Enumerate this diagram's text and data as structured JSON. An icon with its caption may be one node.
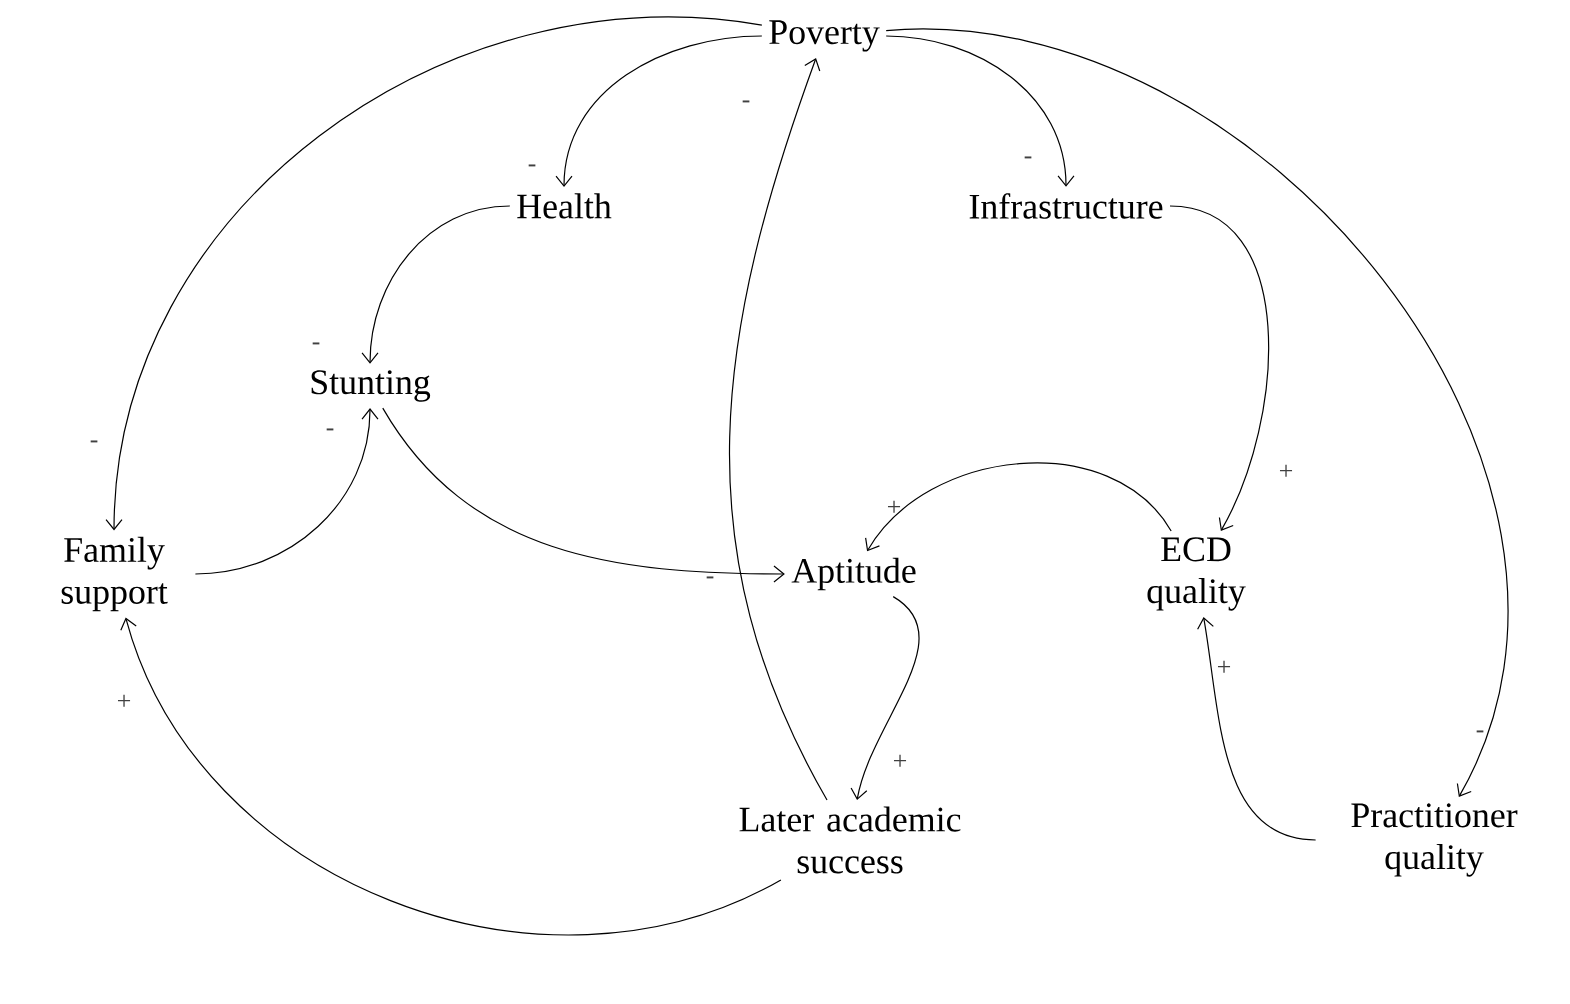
{
  "diagram": {
    "nodes": [
      {
        "text": [
          "Poverty"
        ]
      },
      {
        "text": [
          "Health"
        ]
      },
      {
        "text": [
          "Infrastructure"
        ]
      },
      {
        "text": [
          "Stunting"
        ]
      },
      {
        "text": [
          "Family support"
        ]
      },
      {
        "text": [
          "Aptitude"
        ]
      },
      {
        "text": [
          "ECD quality"
        ]
      },
      {
        "text": [
          "Later academic success"
        ]
      },
      {
        "text": [
          "Practitioner quality"
        ]
      }
    ],
    "edges": [
      {
        "from": 0,
        "to": 1,
        "arrow": "to",
        "label": "-"
      },
      {
        "from": 0,
        "to": 2,
        "arrow": "to",
        "label": "-"
      },
      {
        "from": 0,
        "to": 4,
        "arrow": "to",
        "label": "-"
      },
      {
        "from": 0,
        "to": 8,
        "arrow": "to",
        "label": "-"
      },
      {
        "from": 1,
        "to": 3,
        "arrow": "to",
        "label": "-"
      },
      {
        "from": 2,
        "to": 6,
        "arrow": "to",
        "label": "+"
      },
      {
        "from": 3,
        "to": 5,
        "arrow": "to",
        "label": "-"
      },
      {
        "from": 4,
        "to": 3,
        "arrow": "to",
        "label": "-"
      },
      {
        "from": 6,
        "to": 5,
        "arrow": "to",
        "label": "+"
      },
      {
        "from": 5,
        "to": 7,
        "arrow": "to",
        "label": "+"
      },
      {
        "from": 7,
        "to": 0,
        "arrow": "to",
        "label": "-"
      },
      {
        "from": 7,
        "to": 4,
        "arrow": "to",
        "label": "+"
      },
      {
        "from": 8,
        "to": 6,
        "arrow": "to",
        "label": "+"
      }
    ]
  }
}
